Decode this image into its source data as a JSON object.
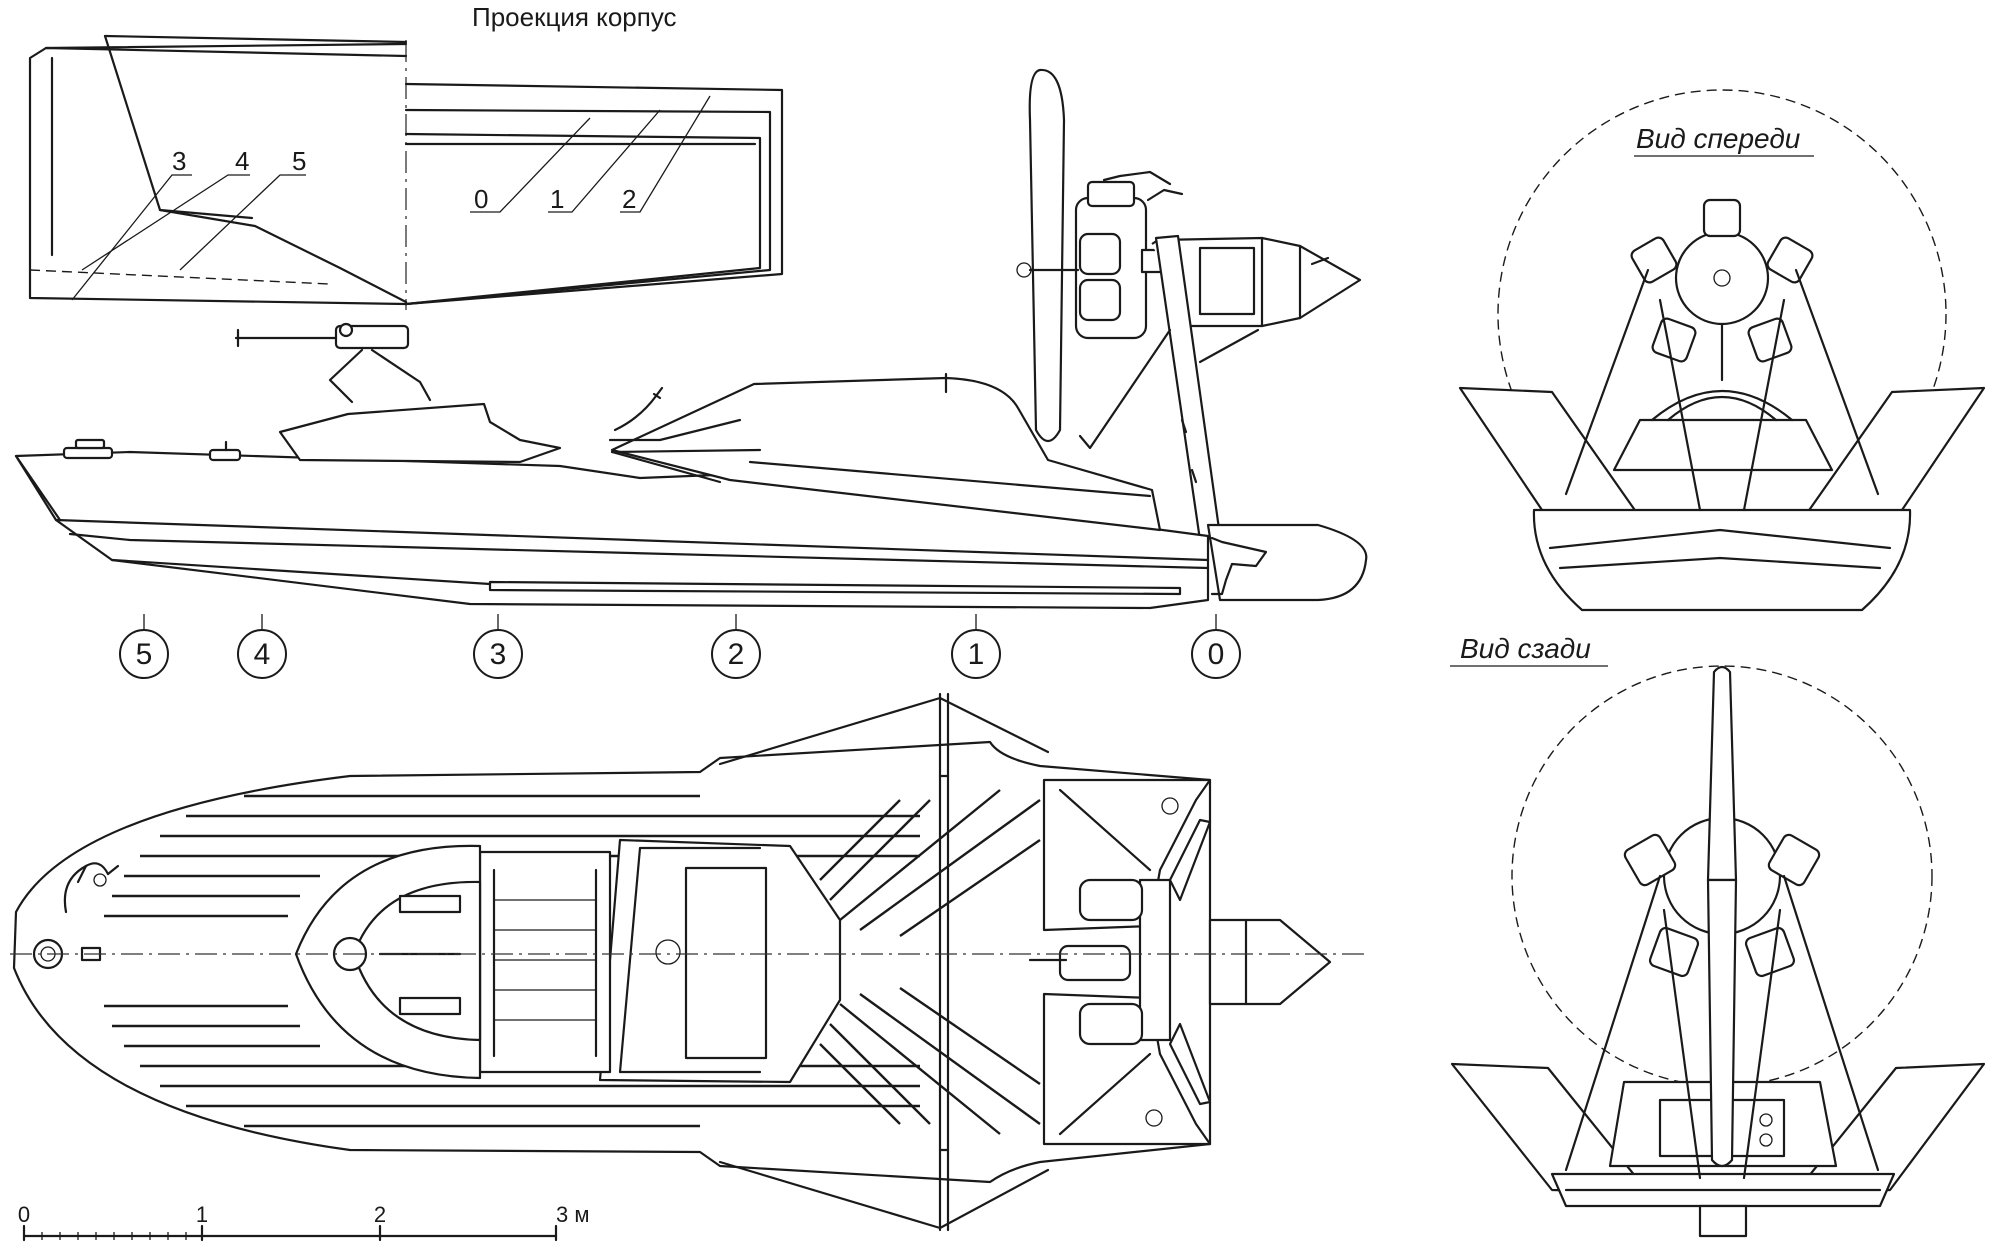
{
  "labels": {
    "hull_projection": "Проекция корпус",
    "front_view": "Вид спереди",
    "rear_view": "Вид сзади"
  },
  "projection_section_labels": [
    "3",
    "4",
    "5",
    "0",
    "1",
    "2"
  ],
  "stations": [
    "5",
    "4",
    "3",
    "2",
    "1",
    "0"
  ],
  "scale_bar": {
    "ticks": [
      "0",
      "1",
      "2",
      "3 м"
    ]
  }
}
